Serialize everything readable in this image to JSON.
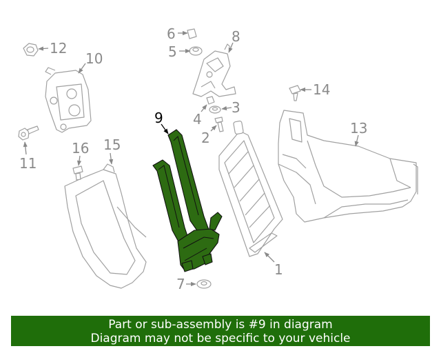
{
  "callouts": {
    "c1": "1",
    "c2": "2",
    "c3": "3",
    "c4": "4",
    "c5": "5",
    "c6": "6",
    "c7": "7",
    "c8": "8",
    "c9": "9",
    "c10": "10",
    "c11": "11",
    "c12": "12",
    "c13": "13",
    "c14": "14",
    "c15": "15",
    "c16": "16"
  },
  "highlighted_part": "9",
  "colors": {
    "highlight": "#2d6b12",
    "banner": "#1f6e0a",
    "linework": "#a0a0a0"
  },
  "banner": {
    "line1": "Part or sub-assembly is #9 in diagram",
    "line2": "Diagram may not be specific to your vehicle"
  }
}
